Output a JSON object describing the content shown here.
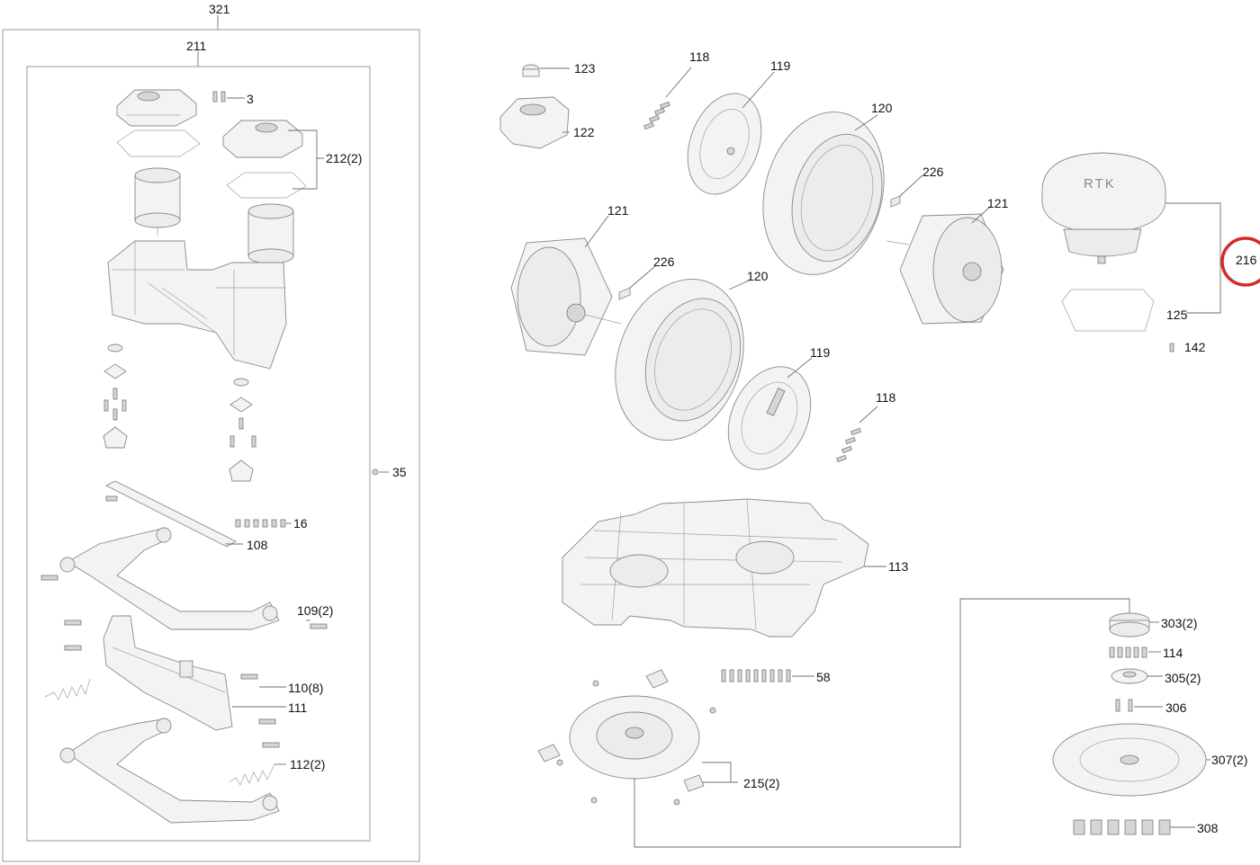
{
  "diagram": {
    "parts": [
      {
        "id": "p321",
        "label": "321"
      },
      {
        "id": "p211",
        "label": "211"
      },
      {
        "id": "p3",
        "label": "3"
      },
      {
        "id": "p212",
        "label": "212(2)"
      },
      {
        "id": "p35",
        "label": "35"
      },
      {
        "id": "p16",
        "label": "16"
      },
      {
        "id": "p108",
        "label": "108"
      },
      {
        "id": "p109",
        "label": "109(2)"
      },
      {
        "id": "p110",
        "label": "110(8)"
      },
      {
        "id": "p111",
        "label": "111"
      },
      {
        "id": "p112",
        "label": "112(2)"
      },
      {
        "id": "p123",
        "label": "123"
      },
      {
        "id": "p122",
        "label": "122"
      },
      {
        "id": "p118a",
        "label": "118"
      },
      {
        "id": "p119a",
        "label": "119"
      },
      {
        "id": "p120a",
        "label": "120"
      },
      {
        "id": "p226a",
        "label": "226"
      },
      {
        "id": "p121a",
        "label": "121"
      },
      {
        "id": "p121b",
        "label": "121"
      },
      {
        "id": "p226b",
        "label": "226"
      },
      {
        "id": "p120b",
        "label": "120"
      },
      {
        "id": "p119b",
        "label": "119"
      },
      {
        "id": "p118b",
        "label": "118"
      },
      {
        "id": "p216",
        "label": "216",
        "highlighted": true
      },
      {
        "id": "p125",
        "label": "125"
      },
      {
        "id": "p142",
        "label": "142"
      },
      {
        "id": "p113",
        "label": "113"
      },
      {
        "id": "p303",
        "label": "303(2)"
      },
      {
        "id": "p114",
        "label": "114"
      },
      {
        "id": "p58",
        "label": "58"
      },
      {
        "id": "p305",
        "label": "305(2)"
      },
      {
        "id": "p306",
        "label": "306"
      },
      {
        "id": "p307",
        "label": "307(2)"
      },
      {
        "id": "p215",
        "label": "215(2)"
      },
      {
        "id": "p308",
        "label": "308"
      }
    ],
    "antenna_text": "RTK",
    "highlight_color": "#d42a2a"
  }
}
